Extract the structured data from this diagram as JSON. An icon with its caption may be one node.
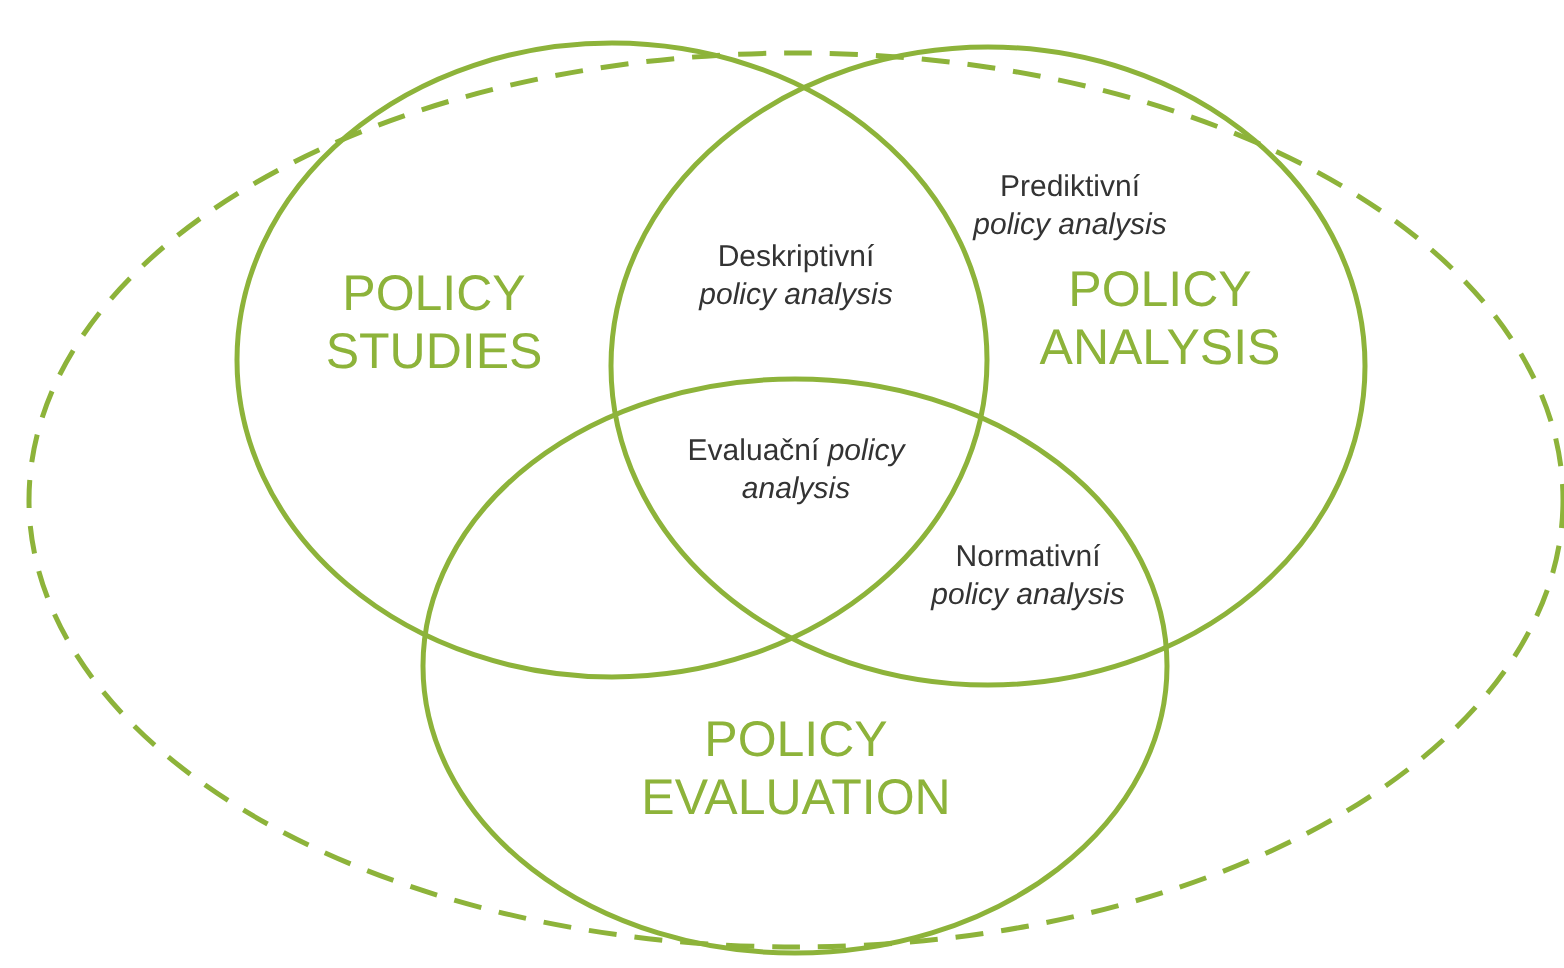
{
  "diagram": {
    "nodes": [
      {
        "text": [],
        "shape": "ellipse"
      },
      {
        "text": [
          "POLICY STUDIES"
        ],
        "in": 0
      },
      {
        "text": [
          "POLICY ANALYSIS"
        ],
        "in": 0
      },
      {
        "text": [
          "POLICY EVALUATION"
        ],
        "in": 0
      }
    ],
    "labels": [
      "Prediktivní *policy analysis*",
      "Deskriptivní *policy analysis*",
      "Evaluační *policy analysis*",
      "Normativní *policy analysis*"
    ]
  }
}
